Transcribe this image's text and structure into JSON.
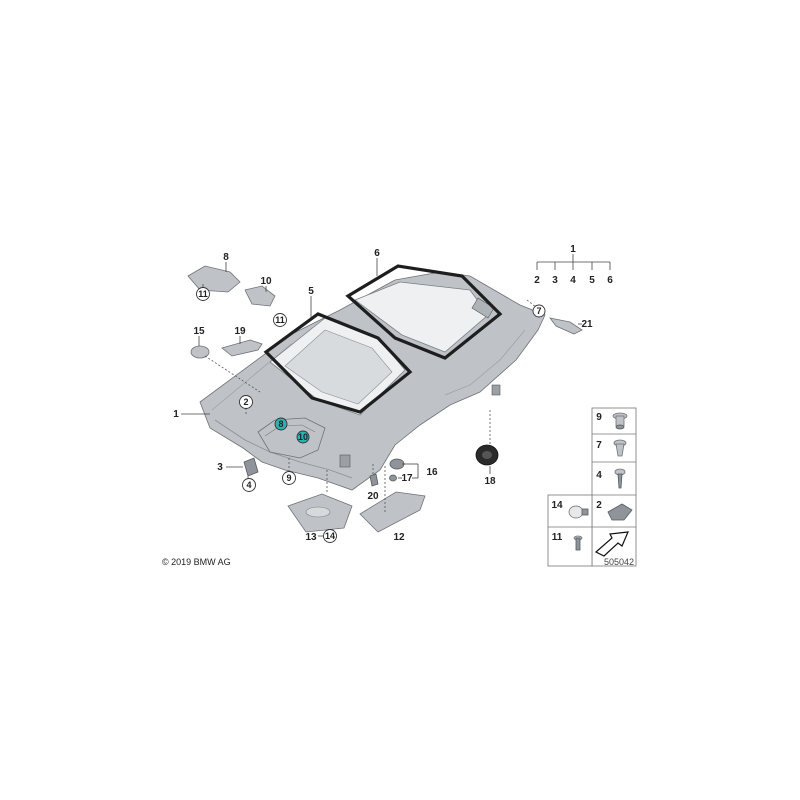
{
  "diagram": {
    "copyright": "© 2019 BMW AG",
    "document_number": "505042",
    "callouts": {
      "c1_top": "1",
      "c2_top": "2",
      "c3_top": "3",
      "c4_top": "4",
      "c5_top": "5",
      "c6_top": "6",
      "c5_seal": "5",
      "c6_seal": "6",
      "c7": "7",
      "c8": "8",
      "c8_hl": "8",
      "c10": "10",
      "c10_hl": "10",
      "c11_a": "11",
      "c11_b": "11",
      "c15": "15",
      "c19": "19",
      "c21": "21",
      "c1_left": "1",
      "c2_left": "2",
      "c3_left": "3",
      "c4_left": "4",
      "c9": "9",
      "c13": "13",
      "c14": "14",
      "c12": "12",
      "c20": "20",
      "c17": "17",
      "c16": "16",
      "c18": "18"
    },
    "legend": {
      "r9": "9",
      "r7": "7",
      "r4": "4",
      "r14": "14",
      "r2": "2",
      "r11": "11"
    },
    "colors": {
      "headliner": "#b9bdc2",
      "seal": "#1e1e1e",
      "highlight": "#2bb3b0"
    }
  }
}
